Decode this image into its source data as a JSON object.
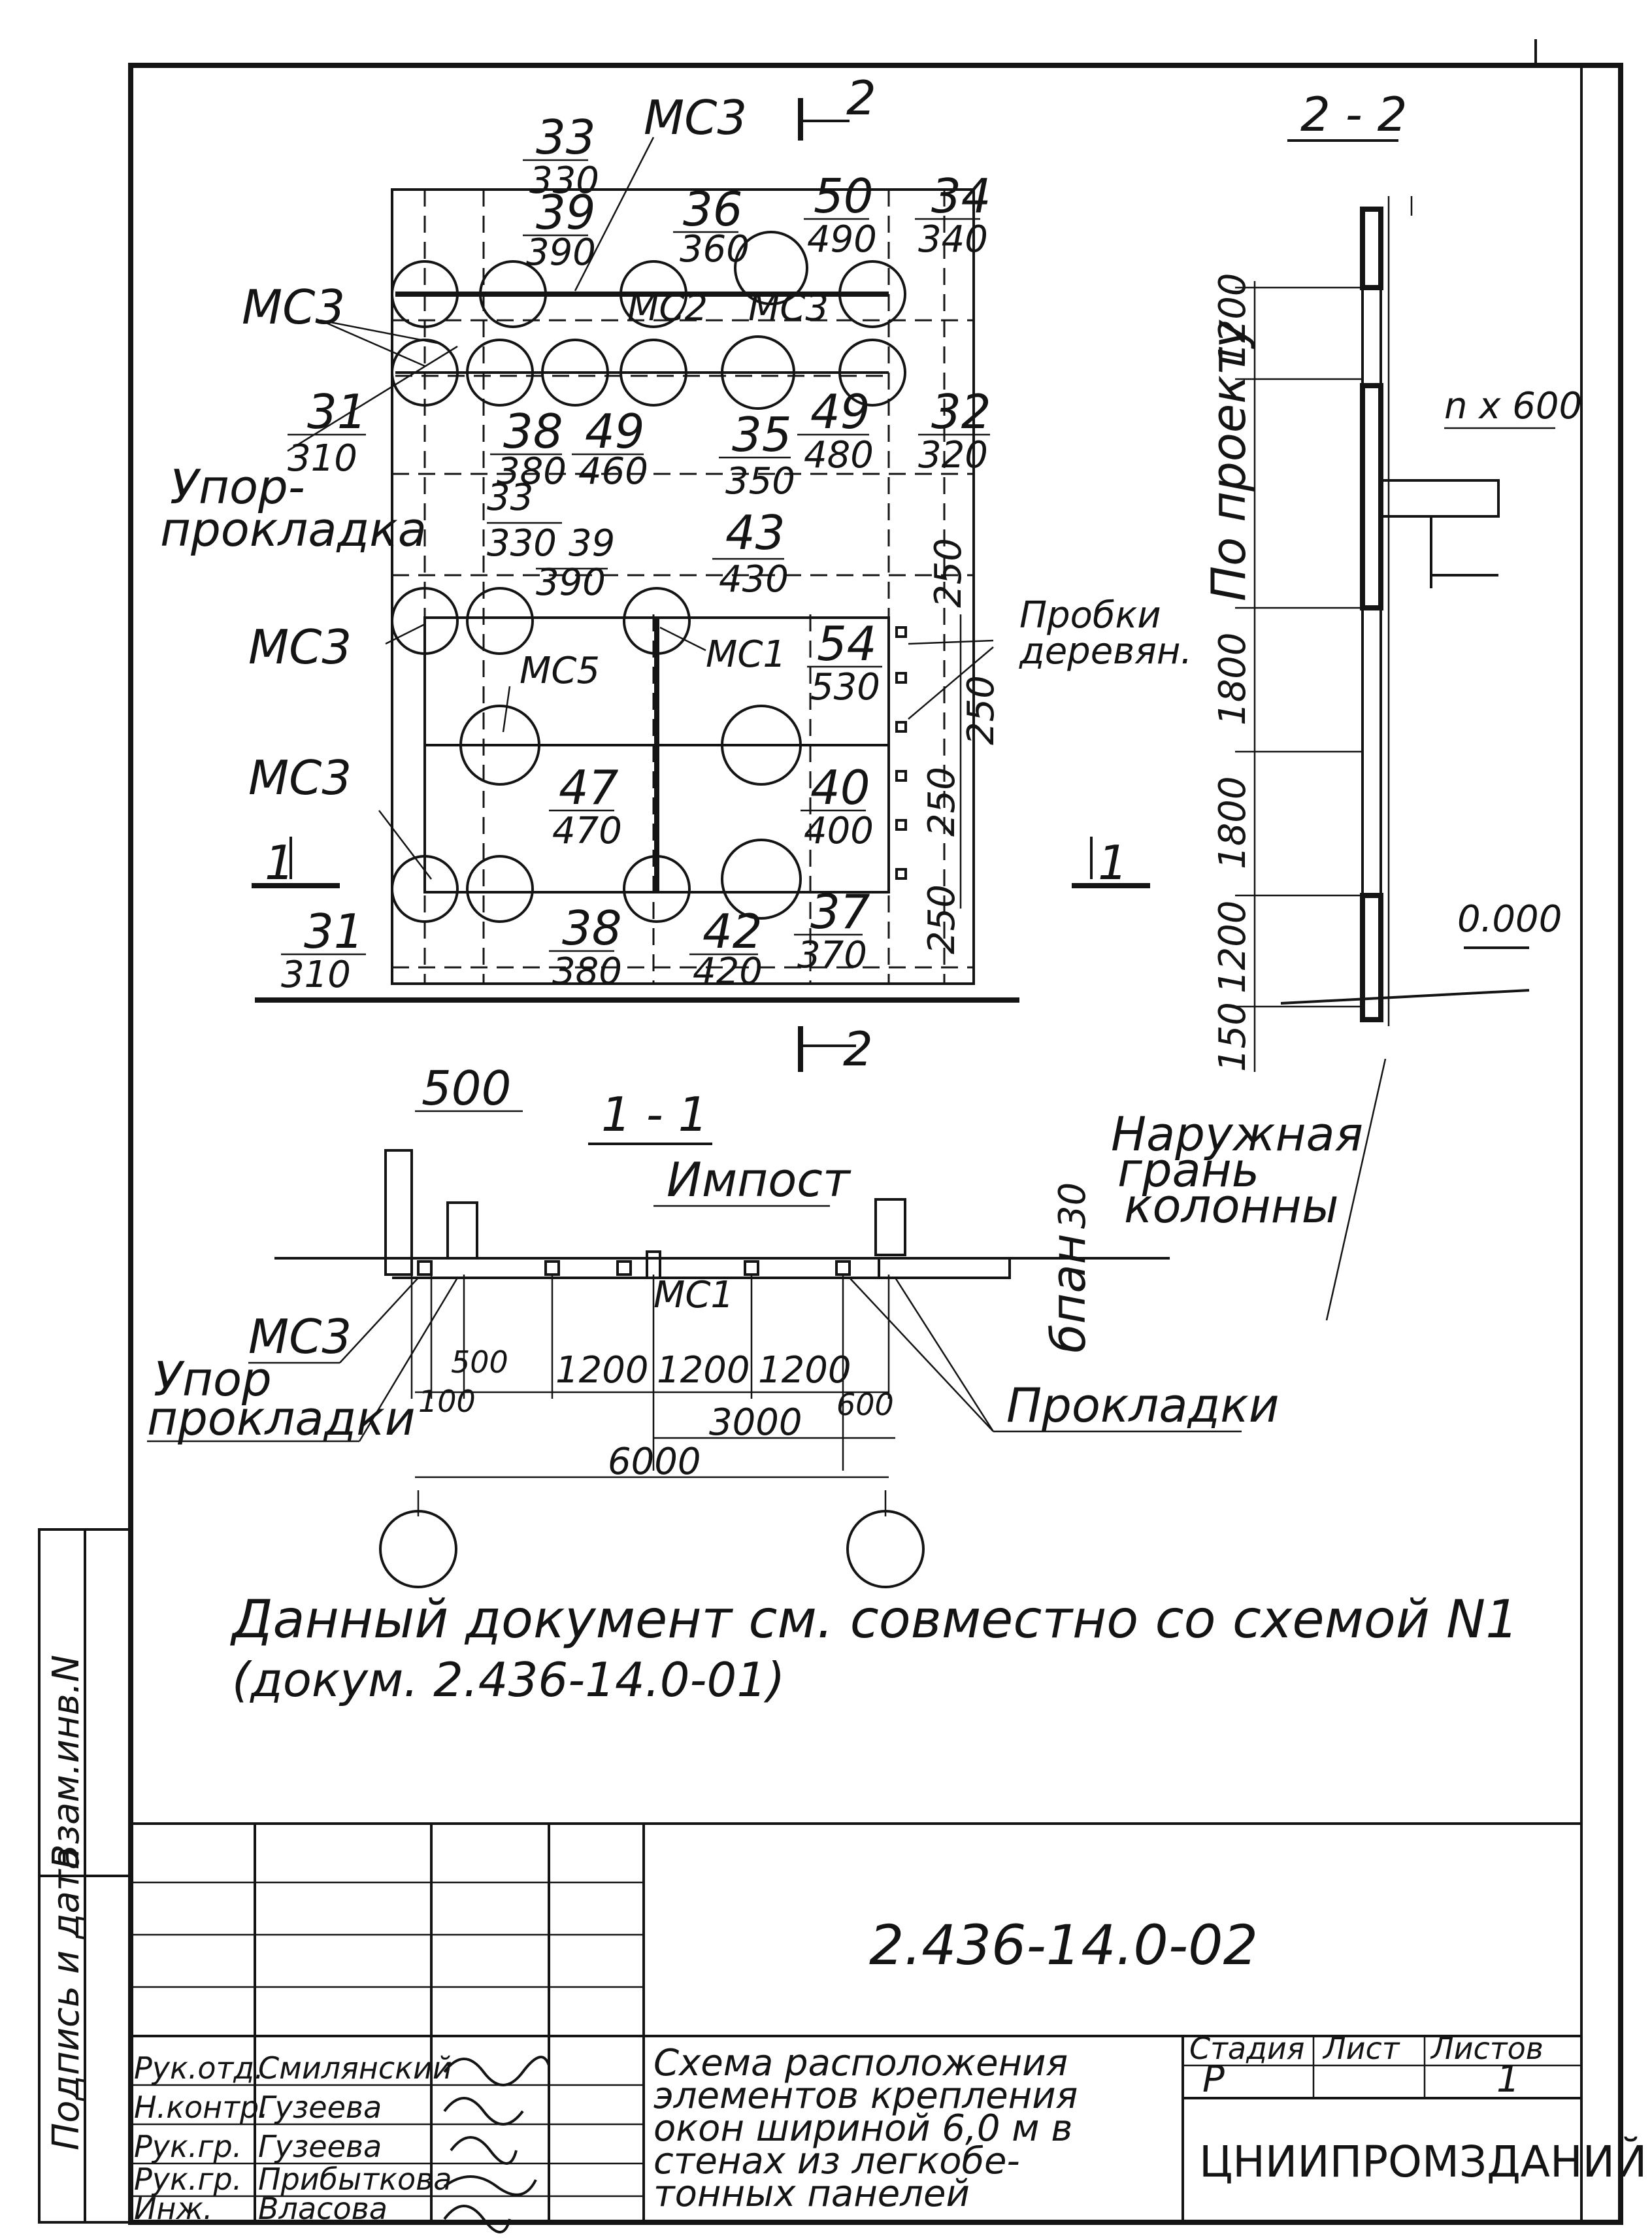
{
  "plan": {
    "mc3": "МС3",
    "mc2": "МС2",
    "mc1": "МС1",
    "mc5": "МС5",
    "section_mark": "2",
    "section_mark_bottom": "2",
    "cut_1": "1",
    "cut_1b": "1",
    "upor": [
      "Упор-",
      "прокладка"
    ],
    "probki": [
      "Пробки",
      "деревян."
    ],
    "dim_250": "250",
    "items": [
      {
        "n": "33",
        "d": "330"
      },
      {
        "n": "39",
        "d": "390"
      },
      {
        "n": "36",
        "d": "360"
      },
      {
        "n": "50",
        "d": "490"
      },
      {
        "n": "34",
        "d": "340"
      },
      {
        "n": "31",
        "d": "310"
      },
      {
        "n": "38",
        "d": "380"
      },
      {
        "n": "49",
        "d": "460"
      },
      {
        "n": "35",
        "d": "350"
      },
      {
        "n": "49",
        "d": "480"
      },
      {
        "n": "32",
        "d": "320"
      },
      {
        "n": "33",
        "d": "330"
      },
      {
        "n": "39",
        "d": "390"
      },
      {
        "n": "43",
        "d": "430"
      },
      {
        "n": "54",
        "d": "530"
      },
      {
        "n": "47",
        "d": "470"
      },
      {
        "n": "40",
        "d": "400"
      },
      {
        "n": "31",
        "d": "310"
      },
      {
        "n": "38",
        "d": "380"
      },
      {
        "n": "42",
        "d": "420"
      },
      {
        "n": "37",
        "d": "370"
      }
    ]
  },
  "section22": {
    "title": "2 - 2",
    "po_proektu": "По проекту",
    "nx600": "n x 600",
    "dims": [
      "1200",
      "1800",
      "1800",
      "1200",
      "150"
    ],
    "level": "0.000",
    "outer_face": [
      "Наружная",
      "грань",
      "колонны"
    ]
  },
  "section11": {
    "title": "1 - 1",
    "dim_500": "500",
    "impost": "Импост",
    "mc1": "МС1",
    "mc3": "МС3",
    "dim_30": "30",
    "b_pan": "бпан",
    "upor": [
      "Упор",
      "прокладки"
    ],
    "prokladki": "Прокладки",
    "dims_row": [
      "500",
      "100",
      "1200",
      "1200",
      "1200",
      "600"
    ],
    "dim_3000": "3000",
    "dim_6000": "6000"
  },
  "note": [
    "Данный документ см. совместно со схемой N1",
    "(докум. 2.436-14.0-01)"
  ],
  "side_stamp": [
    "Подпись и дата",
    "Взам.инв.N"
  ],
  "title_block": {
    "doc_code": "2.436-14.0-02",
    "roles": [
      "Рук.отд.",
      "Н.контр.",
      "Рук.гр.",
      "Рук.гр.",
      "Инж."
    ],
    "names": [
      "Смилянский",
      "Гузеева",
      "Гузеева",
      "Прибыткова",
      "Власова"
    ],
    "title": [
      "Схема расположения",
      "элементов крепления",
      "окон шириной 6,0 м в",
      "стенах из легкобе-",
      "тонных панелей"
    ],
    "col_stage": "Стадия",
    "col_sheet": "Лист",
    "col_sheets": "Листов",
    "stage": "Р",
    "sheets": "1",
    "org": "ЦНИИПРОМЗДАНИЙ"
  }
}
